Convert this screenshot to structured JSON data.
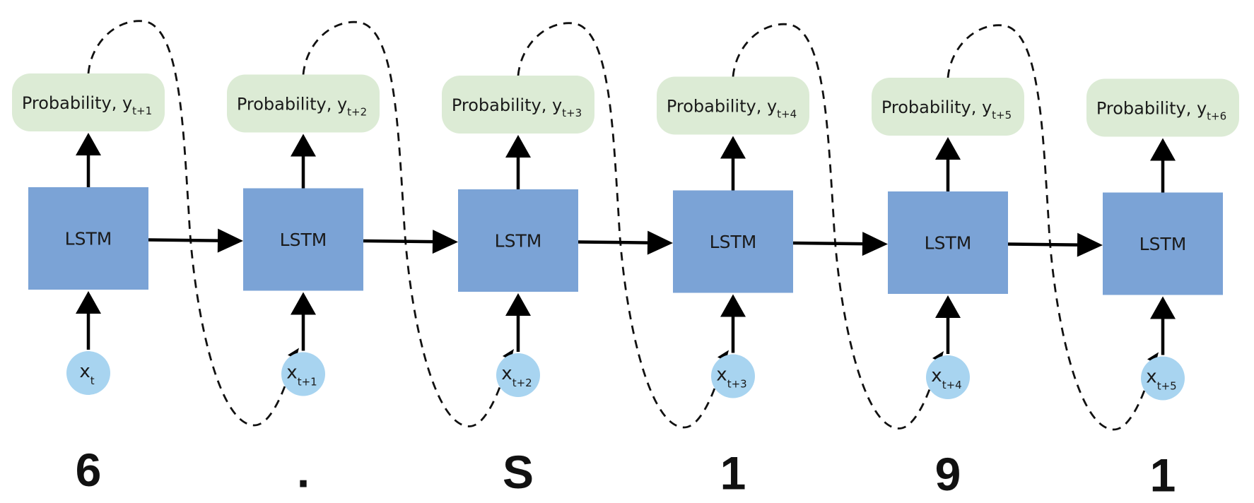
{
  "steps": [
    {
      "lstm": "LSTM",
      "output": {
        "text": "Probability, y",
        "sub": "t+1"
      },
      "input": {
        "text": "x",
        "sub": "t"
      },
      "char": "6"
    },
    {
      "lstm": "LSTM",
      "output": {
        "text": "Probability, y",
        "sub": "t+2"
      },
      "input": {
        "text": "x",
        "sub": "t+1"
      },
      "char": "."
    },
    {
      "lstm": "LSTM",
      "output": {
        "text": "Probability, y",
        "sub": "t+3"
      },
      "input": {
        "text": "x",
        "sub": "t+2"
      },
      "char": "S"
    },
    {
      "lstm": "LSTM",
      "output": {
        "text": "Probability, y",
        "sub": "t+4"
      },
      "input": {
        "text": "x",
        "sub": "t+3"
      },
      "char": "1"
    },
    {
      "lstm": "LSTM",
      "output": {
        "text": "Probability, y",
        "sub": "t+5"
      },
      "input": {
        "text": "x",
        "sub": "t+4"
      },
      "char": "9"
    },
    {
      "lstm": "LSTM",
      "output": {
        "text": "Probability, y",
        "sub": "t+6"
      },
      "input": {
        "text": "x",
        "sub": "t+5"
      },
      "char": "1"
    }
  ],
  "colors": {
    "output_box": "#dcebd5",
    "lstm_box": "#7ba3d6",
    "input_circle": "#a8d4f0",
    "arrow": "#000000"
  }
}
